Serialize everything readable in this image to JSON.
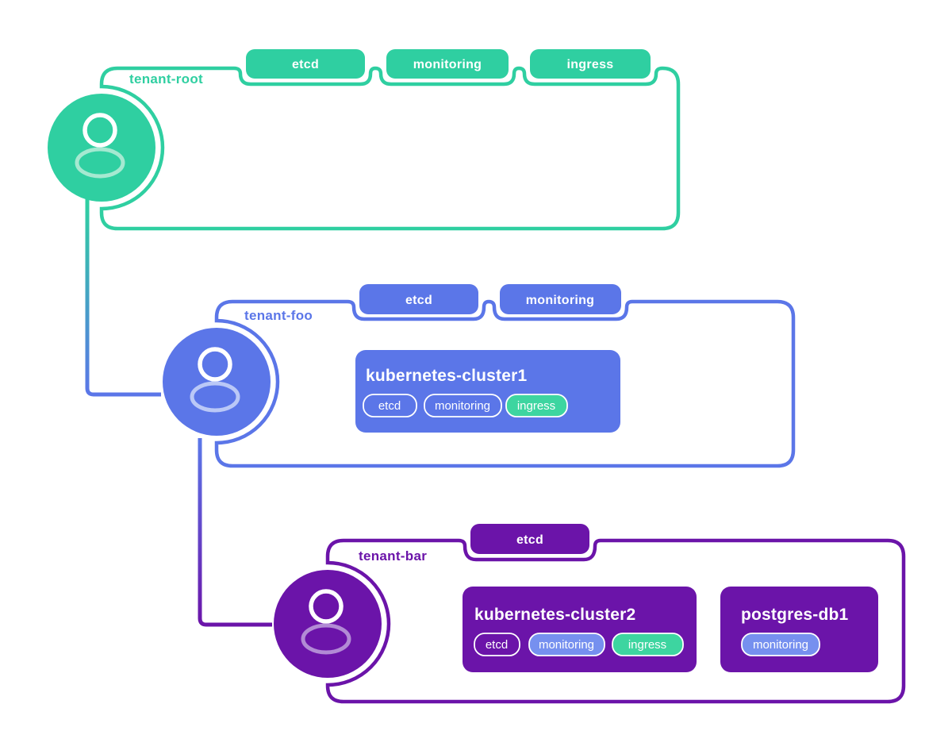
{
  "colors": {
    "green": "#2fcfa1",
    "blue": "#5b76e8",
    "purple": "#6b14a9",
    "pillBlue": "#7690ef",
    "pillGreen": "#3dd5a0",
    "tintGreen": "#a5e9d1",
    "tintBlue": "#bac8f7",
    "tintPurple": "#b28bd5",
    "background": "#ffffff"
  },
  "tenants": [
    {
      "name": "tenant-root",
      "pills": [
        "etcd",
        "monitoring",
        "ingress"
      ],
      "resources": []
    },
    {
      "name": "tenant-foo",
      "pills": [
        "etcd",
        "monitoring"
      ],
      "resources": [
        {
          "title": "kubernetes-cluster1",
          "pills": [
            {
              "label": "etcd",
              "style": "outline"
            },
            {
              "label": "monitoring",
              "style": "outline"
            },
            {
              "label": "ingress",
              "style": "green"
            }
          ]
        }
      ]
    },
    {
      "name": "tenant-bar",
      "pills": [
        "etcd"
      ],
      "resources": [
        {
          "title": "kubernetes-cluster2",
          "pills": [
            {
              "label": "etcd",
              "style": "outline"
            },
            {
              "label": "monitoring",
              "style": "blue"
            },
            {
              "label": "ingress",
              "style": "green"
            }
          ]
        },
        {
          "title": "postgres-db1",
          "pills": [
            {
              "label": "monitoring",
              "style": "blue"
            }
          ]
        }
      ]
    }
  ]
}
